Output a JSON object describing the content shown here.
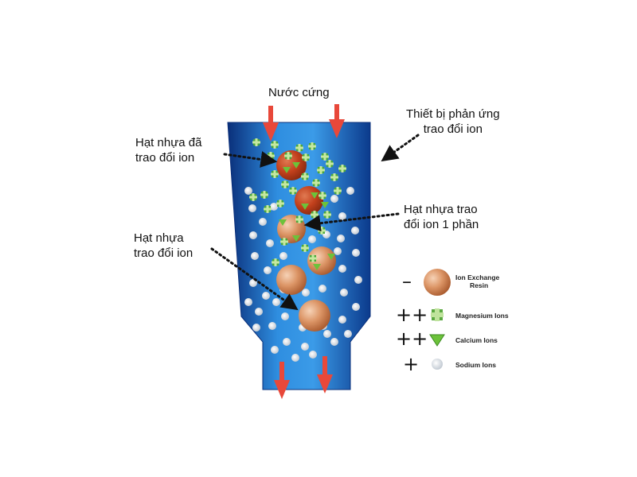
{
  "labels": {
    "hard_water": "Nước cứng",
    "device_line1": "Thiết bị phản ứng",
    "device_line2": "trao đổi ion",
    "exhausted_line1": "Hạt nhựa đã",
    "exhausted_line2": "trao đổi ion",
    "partial_line1": "Hạt nhựa trao",
    "partial_line2": "đổi ion 1 phần",
    "fresh_line1": "Hạt nhựa",
    "fresh_line2": "trao đổi ion"
  },
  "legend": [
    {
      "key": "resin",
      "sign": "–",
      "line1": "Ion Exchange",
      "line2": "Resin",
      "icon": "resin-bead-icon"
    },
    {
      "key": "magnesium",
      "sign": "++",
      "line1": "Magnesium Ions",
      "icon": "magnesium-ion-icon"
    },
    {
      "key": "calcium",
      "sign": "++",
      "line1": "Calcium Ions",
      "icon": "calcium-ion-icon"
    },
    {
      "key": "sodium",
      "sign": "+",
      "line1": "Sodium Ions",
      "icon": "sodium-ion-icon"
    }
  ],
  "colors": {
    "column_dark": "#0a2f7a",
    "column_light": "#2f8ee0",
    "arrow": "#e8483a",
    "resin_exhausted": "#c8401e",
    "resin_fresh": "#d98a5a",
    "magnesium": "#4aa83a",
    "calcium": "#6cc23a",
    "sodium": "#d8dde4"
  }
}
